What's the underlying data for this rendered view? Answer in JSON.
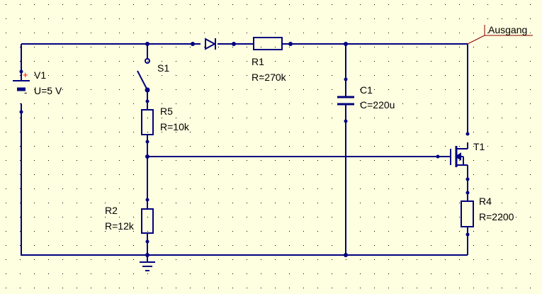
{
  "colors": {
    "background": "#fefee0",
    "wire": "#000080",
    "component": "#000080",
    "label_text": "#000000",
    "polarity": "#ff0000",
    "grid_dot": "#000000",
    "output_marker": "#8b0000"
  },
  "components": {
    "v1": {
      "name": "V1",
      "value": "U=5 V",
      "plus_sign": "+",
      "minus_sign": "-"
    },
    "s1": {
      "name": "S1"
    },
    "r1": {
      "name": "R1",
      "value": "R=270k"
    },
    "r5": {
      "name": "R5",
      "value": "R=10k"
    },
    "r2": {
      "name": "R2",
      "value": "R=12k"
    },
    "c1": {
      "name": "C1",
      "value": "C=220u"
    },
    "t1": {
      "name": "T1"
    },
    "r4": {
      "name": "R4",
      "value": "R=2200"
    },
    "output": {
      "label": "Ausgang"
    }
  }
}
